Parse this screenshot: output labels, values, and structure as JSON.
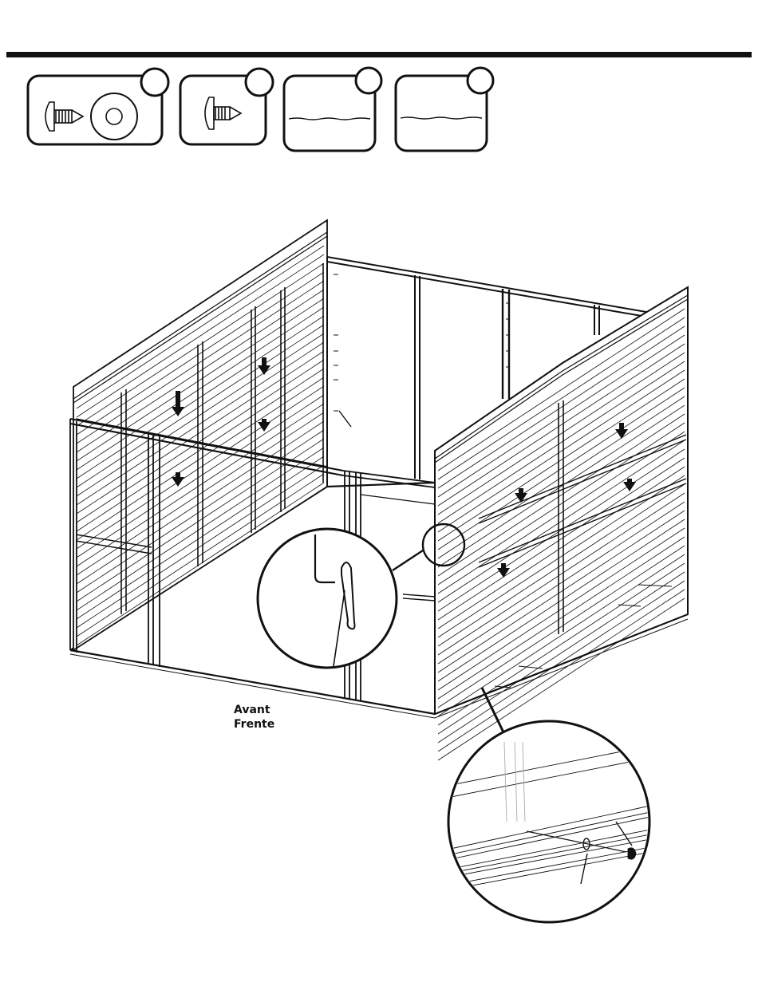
{
  "labels": {
    "front_fr": "Avant",
    "front_es": "Frente"
  },
  "parts": [
    {
      "kind": "screw-with-washer",
      "icon": "screw-washer-icon"
    },
    {
      "kind": "screw",
      "icon": "screw-icon"
    },
    {
      "kind": "rod",
      "icon": "rod-icon"
    },
    {
      "kind": "rod",
      "icon": "rod-icon"
    }
  ],
  "colors": {
    "ink": "#111111",
    "background": "#ffffff"
  }
}
